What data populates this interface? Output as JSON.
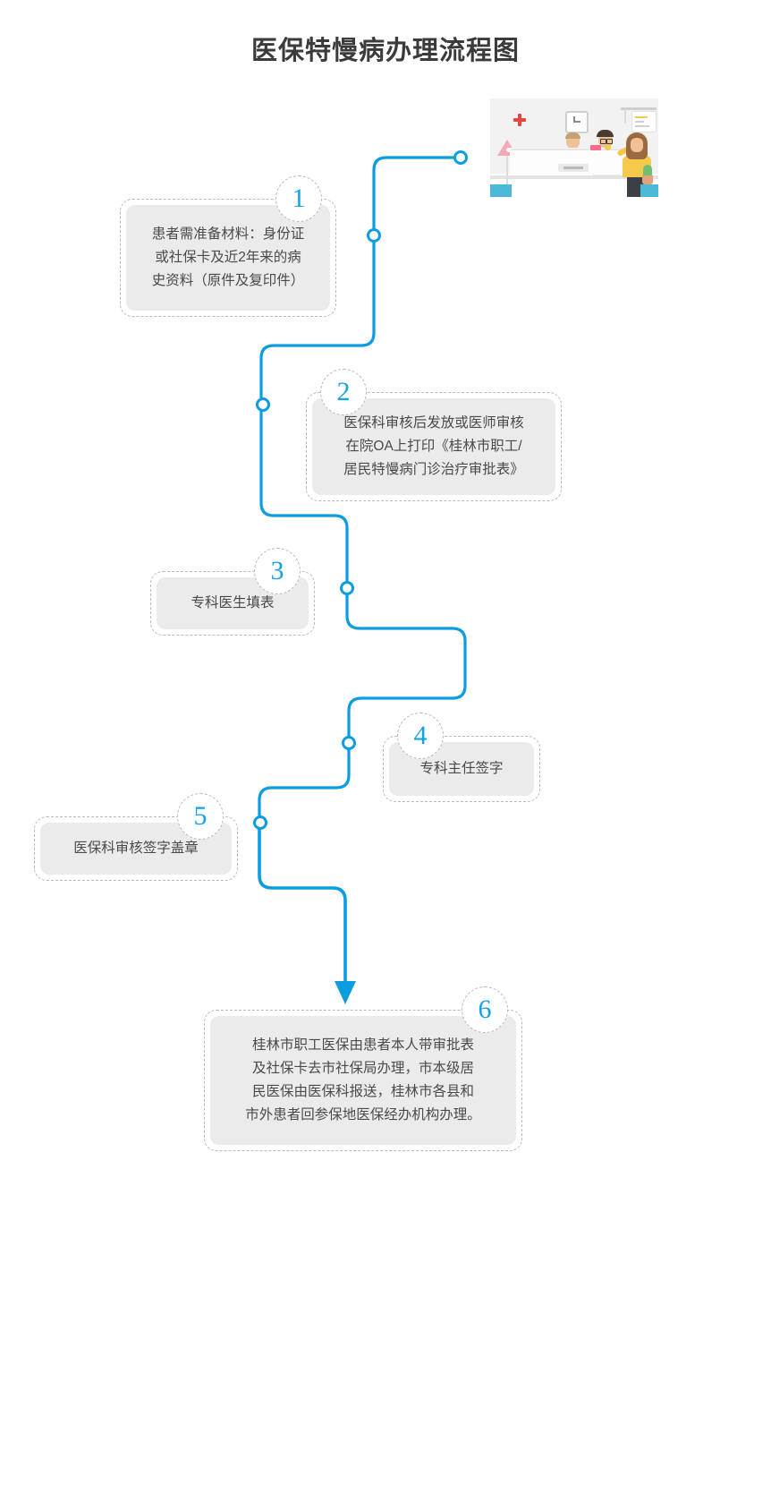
{
  "page": {
    "title": "医保特慢病办理流程图",
    "accent_color": "#0c9de0",
    "badge_number_color": "#11a2e8",
    "box_fill_color": "#ebebeb",
    "box_border_color": "#b9b9b9",
    "text_color": "#4a4a4a",
    "background": "#ffffff"
  },
  "illustration": {
    "name": "hospital-reception-scene",
    "description": "医院服务台场景",
    "elements": [
      "doctor",
      "doctor-with-glasses",
      "patient",
      "reception-counter",
      "wall-clock",
      "red-cross-sign",
      "floor-lamp",
      "computer-monitor",
      "notice-board",
      "potted-plant"
    ]
  },
  "steps": [
    {
      "number": "1",
      "badge_side": "right",
      "text": "患者需准备材料：身份证\n或社保卡及近2年来的病\n史资料（原件及复印件）"
    },
    {
      "number": "2",
      "badge_side": "left",
      "text": "医保科审核后发放或医师审核\n在院OA上打印《桂林市职工/\n居民特慢病门诊治疗审批表》"
    },
    {
      "number": "3",
      "badge_side": "right",
      "text": "专科医生填表"
    },
    {
      "number": "4",
      "badge_side": "left",
      "text": "专科主任签字"
    },
    {
      "number": "5",
      "badge_side": "right",
      "text": "医保科审核签字盖章"
    },
    {
      "number": "6",
      "badge_side": "right",
      "text": "桂林市职工医保由患者本人带审批表\n及社保卡去市社保局办理，市本级居\n民医保由医保科报送，桂林市各县和\n市外患者回参保地医保经办机构办理。"
    }
  ]
}
